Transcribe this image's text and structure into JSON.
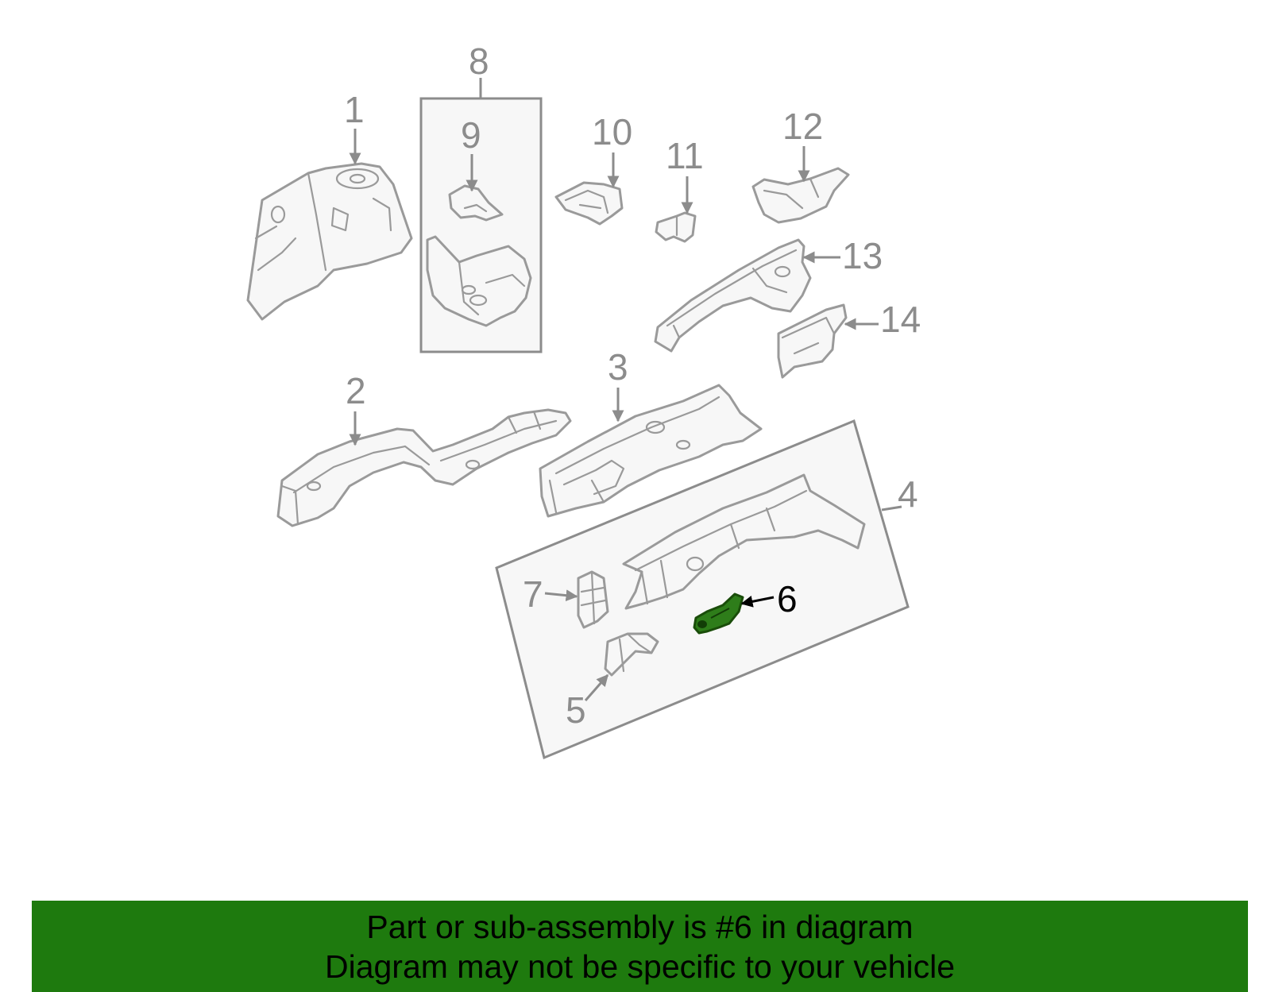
{
  "callouts": {
    "c1": "1",
    "c2": "2",
    "c3": "3",
    "c4": "4",
    "c5": "5",
    "c6": "6",
    "c7": "7",
    "c8": "8",
    "c9": "9",
    "c10": "10",
    "c11": "11",
    "c12": "12",
    "c13": "13",
    "c14": "14"
  },
  "highlighted_part": "6",
  "colors": {
    "banner": "#1e7a0e",
    "highlight_part": "#2e7d1a",
    "line_gray": "#9a9a9a",
    "box_fill": "#f7f7f7"
  },
  "banner": {
    "line1": "Part or sub-assembly is #6 in diagram",
    "line2": "Diagram may not be specific to your vehicle"
  }
}
